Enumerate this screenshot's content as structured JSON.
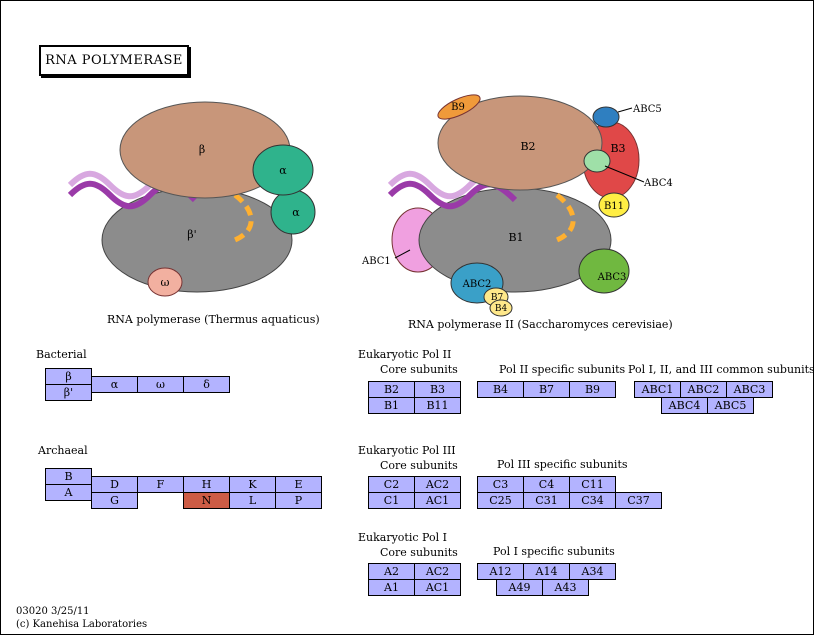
{
  "title": "RNA  POLYMERASE",
  "illustrations": {
    "left": {
      "caption": "RNA polymerase (Thermus aquaticus)",
      "labels": {
        "beta": "β",
        "beta_prime": "β'",
        "alpha1": "α",
        "alpha2": "α",
        "omega": "ω"
      }
    },
    "right": {
      "caption": "RNA polymerase II (Saccharomyces cerevisiae)",
      "labels": {
        "b9": "B9",
        "b2": "B2",
        "abc5": "ABC5",
        "b3": "B3",
        "abc4": "ABC4",
        "b11": "B11",
        "abc1": "ABC1",
        "b1": "B1",
        "abc2": "ABC2",
        "abc3": "ABC3",
        "b7": "B7",
        "b4": "B4"
      }
    },
    "colors": {
      "beta": "#c8967a",
      "beta_prime": "#8c8c8c",
      "alpha": "#2fb38c",
      "omega": "#f2b0a0",
      "b9": "#f09a3a",
      "abc5": "#2f7fc0",
      "b3": "#e04848",
      "abc4": "#9fe0a8",
      "b11": "#ffee44",
      "abc1": "#f0a0e0",
      "abc2": "#3aa0c8",
      "abc3": "#70b840",
      "b7": "#ffe88a",
      "dna": "#9a3aa8",
      "rna": "#ffb030",
      "box": "#b3b3ff",
      "highlight": "#cd5c45"
    }
  },
  "sections": {
    "bacterial": {
      "title": "Bacterial",
      "genes": [
        "β",
        "β'",
        "α",
        "ω",
        "δ"
      ]
    },
    "archaeal": {
      "title": "Archaeal",
      "genes": [
        "B",
        "A",
        "D",
        "F",
        "H",
        "K",
        "E",
        "G",
        "N",
        "L",
        "P"
      ],
      "highlighted": [
        "N"
      ]
    },
    "pol2": {
      "title": "Eukaryotic Pol II",
      "core_title": "Core subunits",
      "core": [
        "B2",
        "B3",
        "B1",
        "B11"
      ],
      "specific_title": "Pol II specific subunits",
      "specific": [
        "B4",
        "B7",
        "B9"
      ],
      "common_title": "Pol I, II, and III common subunits",
      "common": [
        "ABC1",
        "ABC2",
        "ABC3",
        "ABC4",
        "ABC5"
      ]
    },
    "pol3": {
      "title": "Eukaryotic Pol III",
      "core_title": "Core subunits",
      "core": [
        "C2",
        "AC2",
        "C1",
        "AC1"
      ],
      "specific_title": "Pol III specific subunits",
      "specific": [
        "C3",
        "C4",
        "C11",
        "C25",
        "C31",
        "C34",
        "C37"
      ]
    },
    "pol1": {
      "title": "Eukaryotic Pol I",
      "core_title": "Core subunits",
      "core": [
        "A2",
        "AC2",
        "A1",
        "AC1"
      ],
      "specific_title": "Pol I specific subunits",
      "specific": [
        "A12",
        "A14",
        "A34",
        "A49",
        "A43"
      ]
    }
  },
  "footer": {
    "map_id": "03020 3/25/11",
    "copyright": "(c) Kanehisa Laboratories"
  }
}
